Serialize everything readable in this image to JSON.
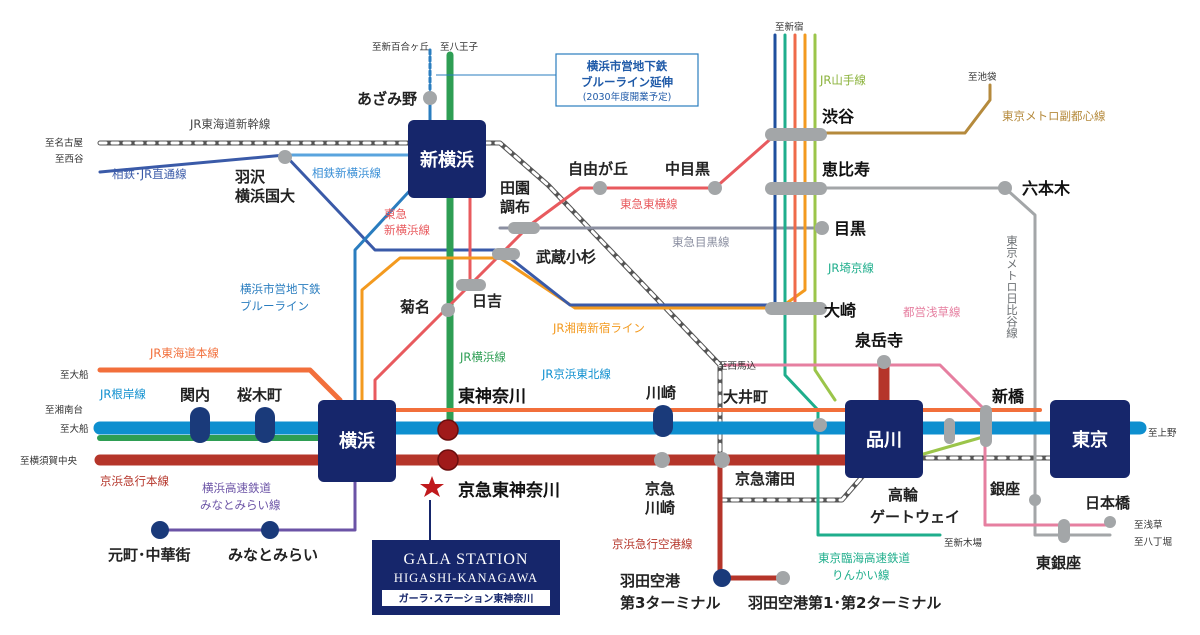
{
  "colors": {
    "blue_line": "#0e8fcf",
    "green_line": "#2e9e54",
    "keikyu": "#b5352a",
    "yamanote": "#9bc54a",
    "saikyo": "#1fae8c",
    "shonan": "#f39a1f",
    "tokaido": "#f26f3b",
    "sotetsu": "#3a5aa8",
    "tokyu_toyoko": "#e85a5e",
    "tokyu_meguro": "#8b8fa1",
    "hibiya": "#a3a6a8",
    "fukutoshin": "#b58a3c",
    "asakusa": "#e67fa0",
    "minatomirai": "#6b53a6",
    "shinkansen": "#555555",
    "hub": "#16266b"
  },
  "hubs": {
    "shinyokohama": "新横浜",
    "yokohama": "横浜",
    "shinagawa": "品川",
    "tokyo": "東京"
  },
  "stations": {
    "azamino": "あざみ野",
    "hazawa_1": "羽沢",
    "hazawa_2": "横浜国大",
    "denen_1": "田園",
    "denen_2": "調布",
    "jiyugaoka": "自由が丘",
    "nakameguro": "中目黒",
    "shibuya": "渋谷",
    "ebisu": "恵比寿",
    "meguro": "目黒",
    "roppongi": "六本木",
    "musashikosugi": "武蔵小杉",
    "kikuna": "菊名",
    "hiyoshi": "日吉",
    "osaki": "大崎",
    "sengakuji": "泉岳寺",
    "kannai": "関内",
    "sakuragicho": "桜木町",
    "higashikanagawa": "東神奈川",
    "kawasaki": "川崎",
    "oimachi": "大井町",
    "shinbashi": "新橋",
    "keikyu_kawasaki_1": "京急",
    "keikyu_kawasaki_2": "川崎",
    "keikyu_kamata": "京急蒲田",
    "keikyu_higashikanagawa": "京急東神奈川",
    "takanawa_1": "高輪",
    "takanawa_2": "ゲートウェイ",
    "ginza": "銀座",
    "nihonbashi": "日本橋",
    "higashiginza": "東銀座",
    "motomachi": "元町･中華街",
    "minatomirai": "みなとみらい",
    "haneda3_1": "羽田空港",
    "haneda3_2": "第3ターミナル",
    "haneda12": "羽田空港第1･第2ターミナル"
  },
  "lines": {
    "blue_line_ext_1": "横浜市営地下鉄",
    "blue_line_ext_2": "ブルーライン延伸",
    "blue_line_ext_3": "(2030年度開業予定)",
    "tokaido_shinkansen": "JR東海道新幹線",
    "sotetsu_jr": "相鉄･JR直通線",
    "sotetsu_shinyokohama": "相鉄新横浜線",
    "tokyu_shinyokohama_1": "東急",
    "tokyu_shinyokohama_2": "新横浜線",
    "tokyu_toyoko": "東急東横線",
    "tokyu_meguro": "東急目黒線",
    "yamanote": "JR山手線",
    "fukutoshin": "東京メトロ副都心線",
    "saikyo": "JR埼京線",
    "hibiya_1": "東京メトロ日比谷線",
    "blue_line_1": "横浜市営地下鉄",
    "blue_line_2": "ブルーライン",
    "shonan_shinjuku": "JR湘南新宿ライン",
    "yokohama_line": "JR横浜線",
    "keihin_tohoku": "JR京浜東北線",
    "asakusa": "都営浅草線",
    "tokaido_main": "JR東海道本線",
    "negishi": "JR根岸線",
    "keikyu_main": "京浜急行本線",
    "minatomirai_1": "横浜高速鉄道",
    "minatomirai_2": "みなとみらい線",
    "keikyu_airport": "京浜急行空港線",
    "rinkai_1": "東京臨海高速鉄道",
    "rinkai_2": "りんかい線"
  },
  "directions": {
    "shinyurigaoka": "至新百合ヶ丘",
    "hachioji": "至八王子",
    "shinjuku": "至新宿",
    "ikebukuro": "至池袋",
    "nagoya": "至名古屋",
    "nishiya": "至西谷",
    "ofuna_1": "至大船",
    "shonandai": "至湘南台",
    "ofuna_2": "至大船",
    "yokosuka": "至横須賀中央",
    "ueno": "至上野",
    "nishiumagome": "至西馬込",
    "shinkiba": "至新木場",
    "asakusa": "至浅草",
    "hatchobori": "至八丁堀"
  },
  "gala": {
    "title": "GALA STATION",
    "subtitle": "HIGASHI-KANAGAWA",
    "jp": "ガーラ･ステーション東神奈川"
  }
}
